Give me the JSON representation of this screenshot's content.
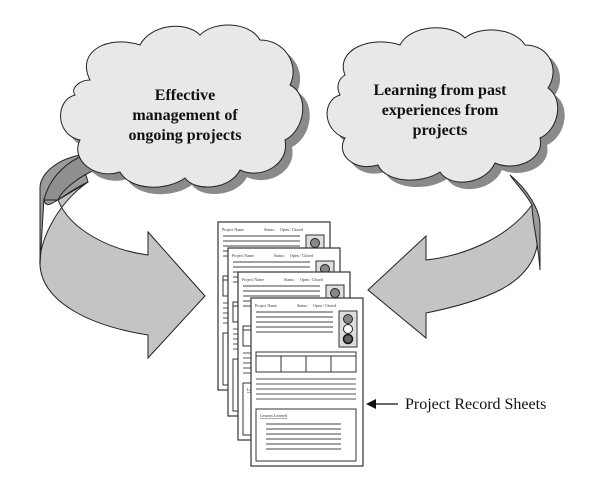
{
  "diagram": {
    "clouds": [
      {
        "lines": [
          "Effective",
          "management of",
          "ongoing projects"
        ]
      },
      {
        "lines": [
          "Learning from past",
          "experiences from",
          "projects"
        ]
      }
    ],
    "sheet": {
      "project_name_label": "Project Name",
      "status_label": "Status:",
      "status_value": "Open / Closed",
      "lessons_label": "Lessons Learned"
    },
    "sheet_count": 4,
    "callout_label": "Project Record Sheets",
    "colors": {
      "cloud_fill": "#e8e8e8",
      "cloud_shadow": "#8a8a8a",
      "arrow_fill": "#c4c4c4",
      "arrow_dark": "#999999",
      "outline": "#222222"
    }
  }
}
